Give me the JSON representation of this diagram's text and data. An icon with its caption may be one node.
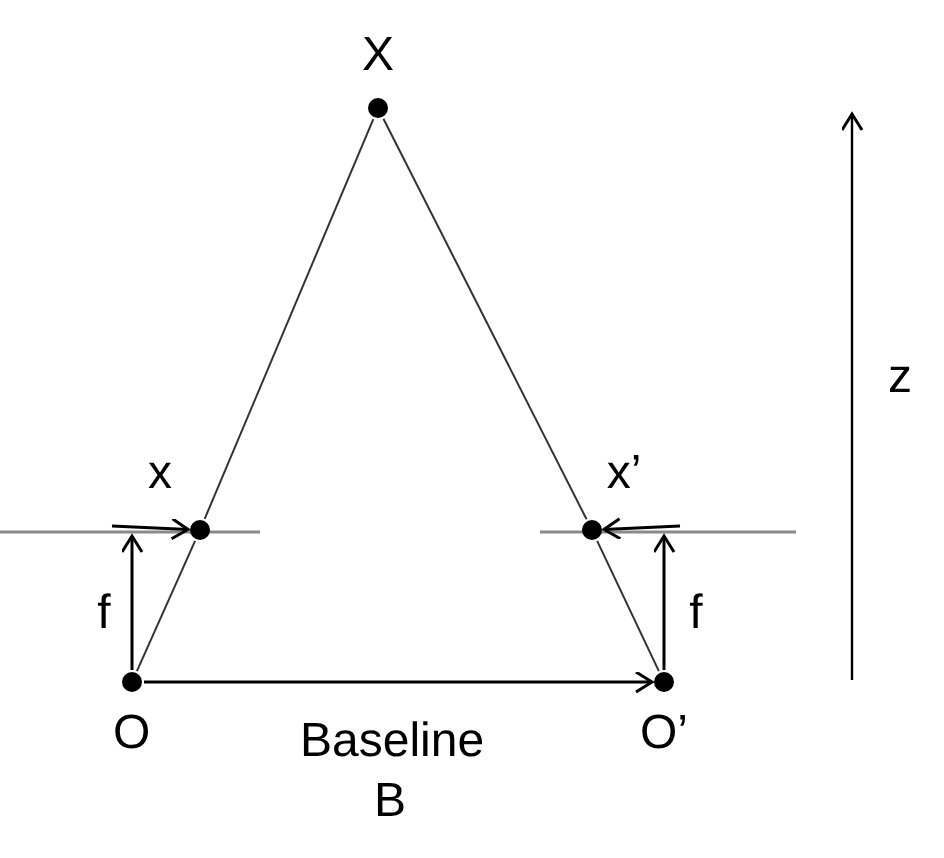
{
  "diagram": {
    "nodes": [
      {
        "text": [
          "X"
        ]
      },
      {
        "text": [],
        "shape": "circle"
      },
      {
        "text": [],
        "shape": "circle"
      },
      {
        "text": [
          "O"
        ]
      },
      {
        "text": [
          "O’"
        ]
      }
    ],
    "edges": [
      {
        "from": 0,
        "to": 1,
        "arrow": "none"
      },
      {
        "from": 1,
        "to": 3,
        "arrow": "none"
      },
      {
        "from": 0,
        "to": 2,
        "arrow": "none"
      },
      {
        "from": 2,
        "to": 4,
        "arrow": "none"
      },
      {
        "from": 3,
        "to": 4,
        "arrow": "to",
        "label": "Baseline B"
      },
      {
        "from": 3,
        "to": null,
        "arrow": "to",
        "label": "f"
      },
      {
        "from": 4,
        "to": null,
        "arrow": "to",
        "label": "f"
      },
      {
        "from": null,
        "to": 1,
        "arrow": "to",
        "label": "x"
      },
      {
        "from": null,
        "to": 2,
        "arrow": "to",
        "label": "x’"
      }
    ],
    "labels": [
      "z"
    ]
  }
}
